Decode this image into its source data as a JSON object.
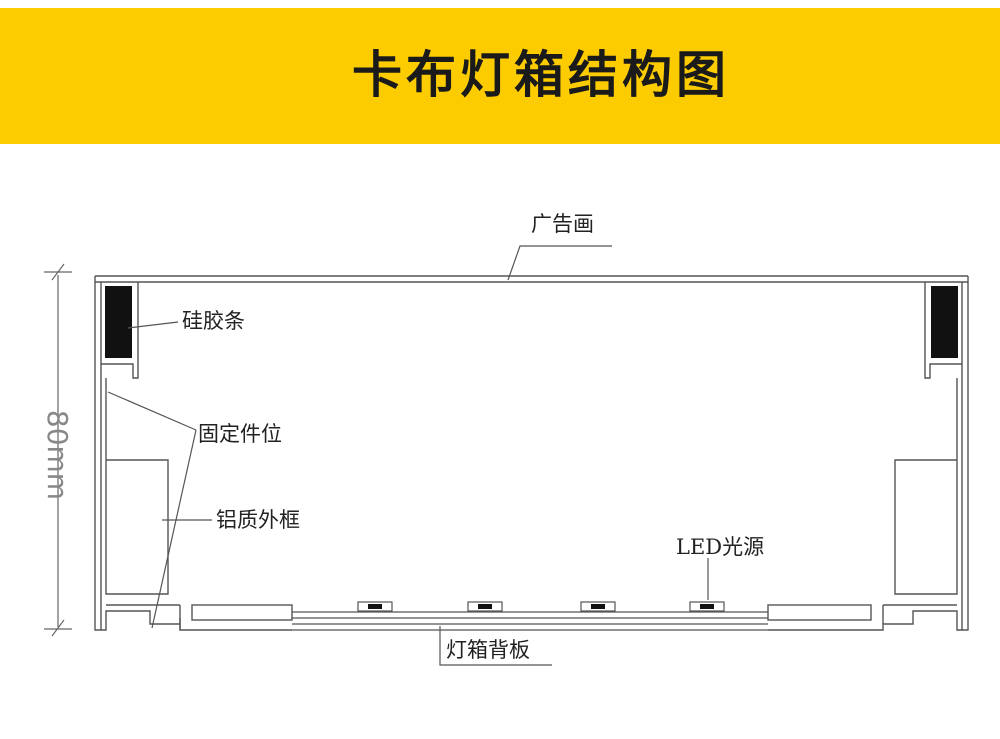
{
  "title": "卡布灯箱结构图",
  "labels": {
    "ad_panel": "广告画",
    "silicone_strip": "硅胶条",
    "fixing_position": "固定件位",
    "aluminum_frame": "铝质外框",
    "led_source": "LED光源",
    "back_panel": "灯箱背板"
  },
  "dimension": "80mm",
  "colors": {
    "banner": "#fccc00",
    "title": "#1a1a1a",
    "line": "#555555",
    "strip": "#111111",
    "dimension": "#888888"
  }
}
